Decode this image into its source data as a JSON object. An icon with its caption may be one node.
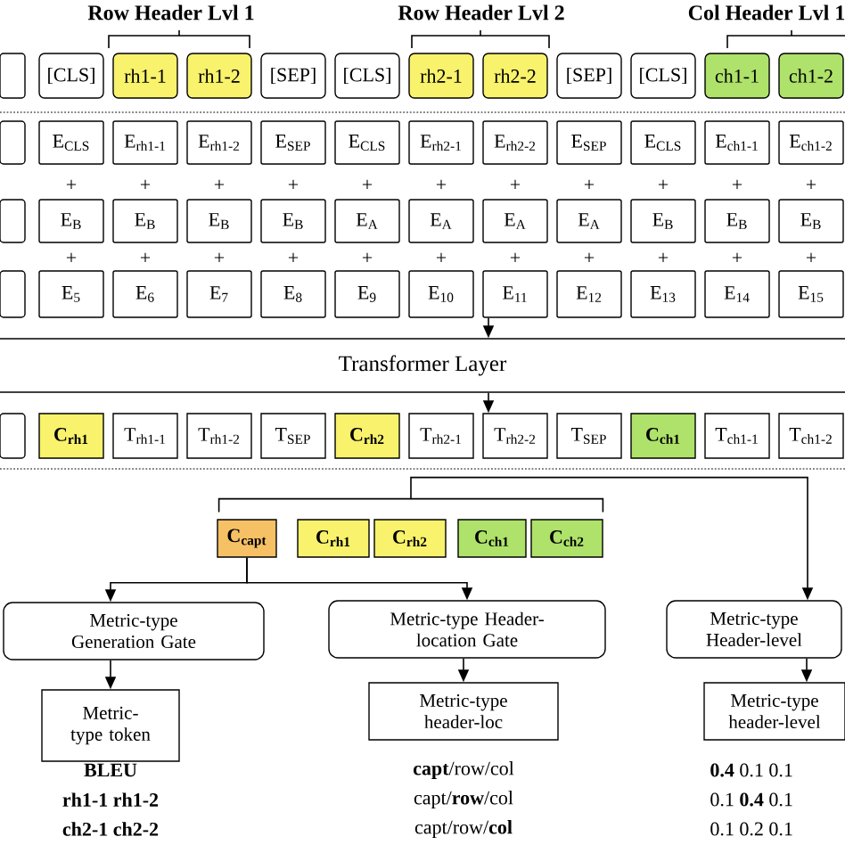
{
  "diagram": {
    "nodes": [
      {
        "text": [],
        "shape": "box"
      },
      {
        "text": [
          "[CLS]"
        ]
      },
      {
        "text": [
          "rh1-1"
        ]
      },
      {
        "text": [
          "rh1-2"
        ]
      },
      {
        "text": [
          "[SEP]"
        ]
      },
      {
        "text": [
          "[CLS]"
        ]
      },
      {
        "text": [
          "rh2-1"
        ]
      },
      {
        "text": [
          "rh2-2"
        ]
      },
      {
        "text": [
          "[SEP]"
        ]
      },
      {
        "text": [
          "[CLS]"
        ]
      },
      {
        "text": [
          "ch1-1"
        ]
      },
      {
        "text": [
          "ch1-2"
        ]
      },
      {
        "text": [],
        "shape": "box"
      },
      {
        "text": [
          "E$_{CLS}$"
        ]
      },
      {
        "text": [
          "E$_{rh1-1}$"
        ]
      },
      {
        "text": [
          "E$_{rh1-2}$"
        ]
      },
      {
        "text": [
          "E$_{SEP}$"
        ]
      },
      {
        "text": [
          "E$_{CLS}$"
        ]
      },
      {
        "text": [
          "E$_{rh2-1}$"
        ]
      },
      {
        "text": [
          "E$_{rh2-2}$"
        ]
      },
      {
        "text": [
          "E$_{SEP}$"
        ]
      },
      {
        "text": [
          "E$_{CLS}$"
        ]
      },
      {
        "text": [
          "E$_{ch1-1}$"
        ]
      },
      {
        "text": [
          "E$_{ch1-2}$"
        ]
      },
      {
        "text": [],
        "shape": "box"
      },
      {
        "text": [
          "E$_{B}$"
        ]
      },
      {
        "text": [
          "E$_{B}$"
        ]
      },
      {
        "text": [
          "E$_{B}$"
        ]
      },
      {
        "text": [
          "E$_{B}$"
        ]
      },
      {
        "text": [
          "E$_{A}$"
        ]
      },
      {
        "text": [
          "E$_{A}$"
        ]
      },
      {
        "text": [
          "E$_{A}$"
        ]
      },
      {
        "text": [
          "E$_{A}$"
        ]
      },
      {
        "text": [
          "E$_{B}$"
        ]
      },
      {
        "text": [
          "E$_{B}$"
        ]
      },
      {
        "text": [
          "E$_{B}$"
        ]
      },
      {
        "text": [],
        "shape": "box"
      },
      {
        "text": [
          "E$_{5}$"
        ]
      },
      {
        "text": [
          "E$_{6}$"
        ]
      },
      {
        "text": [
          "E$_{7}$"
        ]
      },
      {
        "text": [
          "E$_{8}$"
        ]
      },
      {
        "text": [
          "E$_{9}$"
        ]
      },
      {
        "text": [
          "E$_{10}$"
        ]
      },
      {
        "text": [
          "E$_{11}$"
        ]
      },
      {
        "text": [
          "E$_{12}$"
        ]
      },
      {
        "text": [
          "E$_{13}$"
        ]
      },
      {
        "text": [
          "E$_{14}$"
        ]
      },
      {
        "text": [
          "E$_{15}$"
        ]
      },
      {
        "text": [
          "Transformer Layer"
        ]
      },
      {
        "text": [],
        "shape": "box"
      },
      {
        "text": [
          "C$_{rh1}$"
        ]
      },
      {
        "text": [
          "T$_{rh1-1}$"
        ]
      },
      {
        "text": [
          "T$_{rh1-2}$"
        ]
      },
      {
        "text": [
          "T$_{SEP}$"
        ]
      },
      {
        "text": [
          "C$_{rh2}$"
        ]
      },
      {
        "text": [
          "T$_{rh2-1}$"
        ]
      },
      {
        "text": [
          "T$_{rh2-2}$"
        ]
      },
      {
        "text": [
          "T$_{SEP}$"
        ]
      },
      {
        "text": [
          "C$_{ch1}$"
        ]
      },
      {
        "text": [
          "T$_{ch1-1}$"
        ]
      },
      {
        "text": [
          "T$_{ch1-2}$"
        ]
      },
      {
        "text": [
          "C$_{capt}$"
        ]
      },
      {
        "text": [
          "C$_{rh1}$"
        ]
      },
      {
        "text": [
          "C$_{rh2}$"
        ]
      },
      {
        "text": [
          "C$_{ch1}$"
        ]
      },
      {
        "text": [
          "C$_{ch2}$"
        ]
      },
      {
        "text": [
          "Metric-type Generation Gate"
        ]
      },
      {
        "text": [
          "Metric-type Header-location Gate"
        ]
      },
      {
        "text": [
          "Metric-type Header-level"
        ]
      },
      {
        "text": [
          "Metric-type token"
        ],
        "beside": [
          "BLEU",
          "rh1-1 rh1-2",
          "ch2-1 ch2-2"
        ]
      },
      {
        "text": [
          "Metric-type header-loc"
        ],
        "beside": [
          "**capt**/row/col",
          "capt/**row**/col",
          "capt/row/**col**"
        ]
      },
      {
        "text": [
          "Metric-type header-level"
        ],
        "beside": [
          "**0.4** 0.1 0.1",
          "0.1 **0.4** 0.1",
          "0.1 0.2 0.1"
        ]
      },
      {
        "text": [],
        "shape": "bracket"
      }
    ],
    "edges": [
      {
        "from": 43,
        "to": 48,
        "arrow": "to"
      },
      {
        "from": 48,
        "to": 56,
        "arrow": "to"
      },
      {
        "from": 72,
        "to": 68,
        "arrow": "to"
      },
      {
        "from": 61,
        "to": 66,
        "arrow": "to"
      },
      {
        "from": 61,
        "to": 67,
        "arrow": "to"
      },
      {
        "from": 66,
        "to": 69,
        "arrow": "to"
      },
      {
        "from": 67,
        "to": 70,
        "arrow": "to"
      },
      {
        "from": 68,
        "to": 71,
        "arrow": "to"
      }
    ],
    "labels": [
      "Row Header Lvl 1",
      "Row Header Lvl 2",
      "Col Header Lvl 1",
      "+",
      "+",
      "+",
      "+",
      "+",
      "+",
      "+",
      "+",
      "+",
      "+",
      "+",
      "+",
      "+",
      "+",
      "+",
      "+",
      "+",
      "+",
      "+",
      "+",
      "+",
      "+"
    ]
  }
}
